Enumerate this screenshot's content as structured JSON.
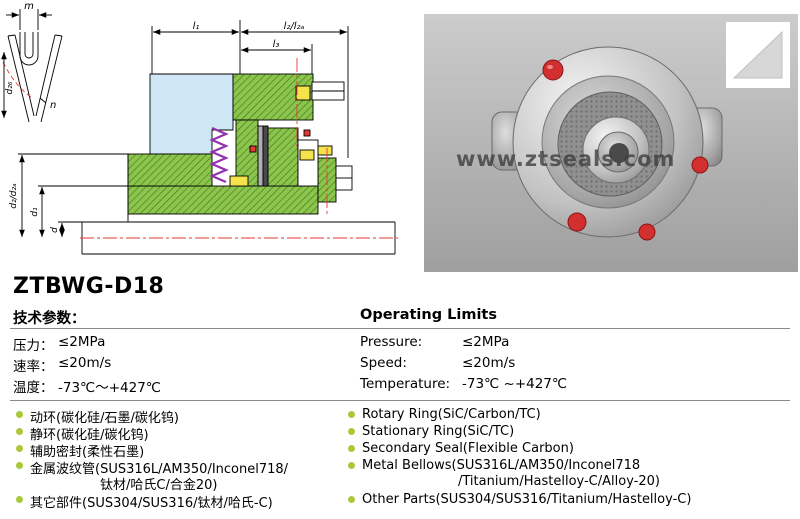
{
  "title": "ZTBWG-D18",
  "drawing": {
    "labels": {
      "m": "m",
      "n": "n",
      "l1": "l₁",
      "l2": "l₂/l₂ₐ",
      "l3": "l₃",
      "d2b": "d₂₆",
      "d2": "d₂/d₂ₐ",
      "d1": "d₁",
      "d": "d"
    }
  },
  "photo": {
    "watermark": "www.ztseals.com"
  },
  "specs": {
    "header_cn": "技术参数：",
    "header_en": "Operating Limits",
    "rows": [
      {
        "cn_label": "压力：",
        "cn_value": "≤2MPa",
        "en_label": "Pressure:",
        "en_value": "≤2MPa"
      },
      {
        "cn_label": "速率：",
        "cn_value": "≤20m/s",
        "en_label": "Speed:",
        "en_value": "≤20m/s"
      },
      {
        "cn_label": "温度：",
        "cn_value": "-73℃～+427℃",
        "en_label": "Temperature:",
        "en_value": "-73℃ ~+427℃"
      }
    ]
  },
  "materials": {
    "left": [
      {
        "line1": "动环(碳化硅/石墨/碳化钨)"
      },
      {
        "line1": "静环(碳化硅/碳化钨)"
      },
      {
        "line1": "辅助密封(柔性石墨)"
      },
      {
        "line1": "金属波纹管(SUS316L/AM350/Inconel718/",
        "line2": "钛材/哈氏C/合金20)"
      },
      {
        "line1": "其它部件(SUS304/SUS316/钛材/哈氏-C)"
      }
    ],
    "right": [
      {
        "line1": "Rotary Ring(SiC/Carbon/TC)"
      },
      {
        "line1": "Stationary Ring(SiC/TC)"
      },
      {
        "line1": "Secondary Seal(Flexible Carbon)"
      },
      {
        "line1": "Metal Bellows(SUS316L/AM350/Inconel718",
        "line2": "/Titanium/Hastelloy-C/Alloy-20)"
      },
      {
        "line1": "Other Parts(SUS304/SUS316/Titanium/Hastelloy-C)"
      }
    ]
  },
  "colors": {
    "bullet": "#a9c83a",
    "drawing_green": "#8cc44c",
    "drawing_blue": "#cfe7f5",
    "spring_purple": "#9231ac",
    "centerline_red": "#e53935",
    "plug_red": "#d23030"
  }
}
